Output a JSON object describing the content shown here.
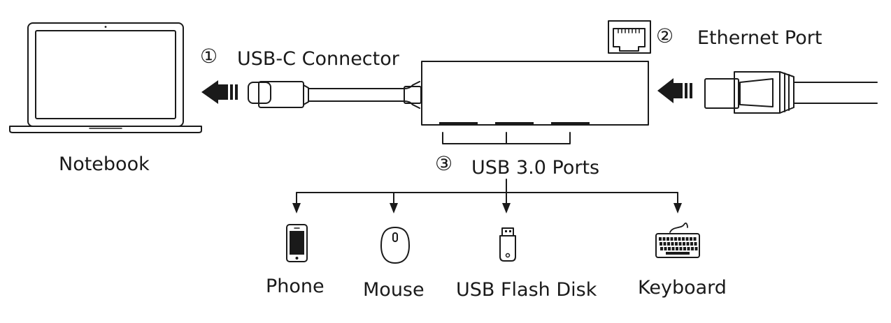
{
  "callouts": {
    "usb_c": {
      "number": "①",
      "label": "USB-C Connector"
    },
    "ethernet": {
      "number": "②",
      "label": "Ethernet Port"
    },
    "usb3": {
      "number": "③",
      "label": "USB 3.0 Ports"
    }
  },
  "notebook_label": "Notebook",
  "devices": [
    {
      "label": "Phone",
      "icon": "phone-icon"
    },
    {
      "label": "Mouse",
      "icon": "mouse-icon"
    },
    {
      "label": "USB Flash Disk",
      "icon": "usb-flash-disk-icon"
    },
    {
      "label": "Keyboard",
      "icon": "keyboard-icon"
    }
  ],
  "line_color": "#1a1a1a"
}
